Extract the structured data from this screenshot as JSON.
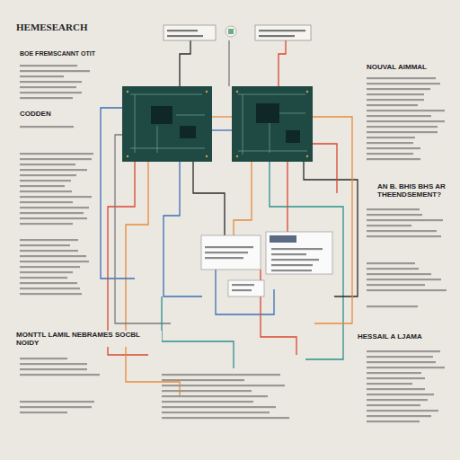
{
  "diagram": {
    "title": "HEMESEARCH",
    "labels": [
      "NOUVAL AIMMAL",
      "BOE FREMSCANNT OTIT",
      "CODDEN",
      "AN B. BHIS BHS AR THEENDSEMENT?",
      "MONTTL LAMIL NEBRAMES SOCBL NOIDY",
      "HESSAIL A LJAMA"
    ]
  }
}
